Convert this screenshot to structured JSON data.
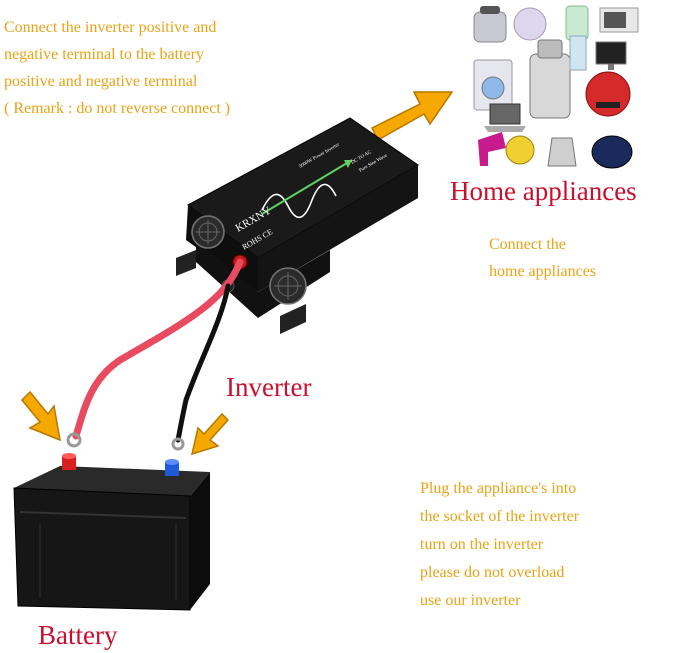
{
  "colors": {
    "instruction_text": "#e8a317",
    "label_red": "#c8102e",
    "arrow_fill": "#f5a800",
    "arrow_stroke": "#b87800",
    "inverter_body": "#1a1a1a",
    "positive_cable": "#e84a5f",
    "negative_cable": "#111111",
    "positive_terminal": "#d81e1e",
    "negative_terminal": "#1f5bd8"
  },
  "instructions": {
    "connect_battery": [
      "Connect the inverter positive and",
      "negative terminal to the battery",
      "positive and negative terminal",
      "( Remark : do not reverse connect )"
    ],
    "connect_home": [
      "Connect the",
      "home appliances"
    ],
    "usage": [
      "Plug the appliance's into",
      "the socket of the inverter",
      "turn on the inverter",
      "please do not overload",
      "use our inverter"
    ]
  },
  "labels": {
    "home_appliances": "Home appliances",
    "inverter": "Inverter",
    "battery": "Battery"
  },
  "inverter_panel": {
    "brand": "KRXNY",
    "cert": "ROHS CE",
    "spec_line_1": "5000W Power Inverter",
    "spec_line_2": "DC TO AC",
    "spec_line_3": "Pure Sine Wave"
  },
  "appliances": [
    "pressure-cooker-icon",
    "rice-cooker-icon",
    "kettle-jug-icon",
    "microwave-icon",
    "washing-machine-icon",
    "juicer-icon",
    "water-dispenser-icon",
    "computer-icon",
    "laptop-icon",
    "red-rice-cooker-icon",
    "hair-dryer-icon",
    "yellow-kettle-icon",
    "steel-kettle-icon",
    "blue-kettle-icon"
  ]
}
